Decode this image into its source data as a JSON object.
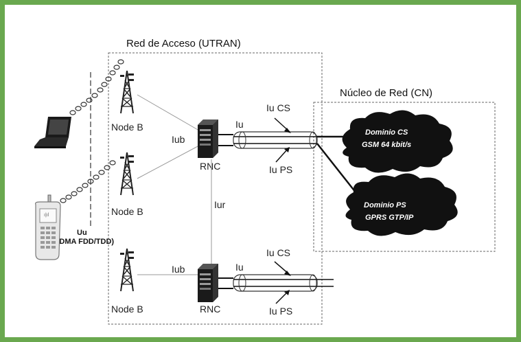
{
  "titles": {
    "access_network": "Red de Acceso (UTRAN)",
    "core_network": "Núcleo de Red (CN)"
  },
  "node_b": [
    "Node B",
    "Node B",
    "Node B"
  ],
  "rnc": [
    "RNC",
    "RNC"
  ],
  "interfaces": {
    "iub_top": "Iub",
    "iub_bottom": "Iub",
    "iur": "Iur",
    "iu_top": "Iu",
    "iu_bottom": "Iu",
    "iucs_top": "Iu CS",
    "iups_top": "Iu PS",
    "iucs_bottom": "Iu CS",
    "iups_bottom": "Iu PS"
  },
  "air_interface": {
    "name": "Uu",
    "description": "(W-CDMA FDD/TDD)"
  },
  "domains": {
    "cs": {
      "name": "Dominio CS",
      "detail": "GSM 64 kbit/s"
    },
    "ps": {
      "name": "Dominio PS",
      "detail": "GPRS GTP/IP"
    }
  },
  "colors": {
    "frame_border": "#6aa84f",
    "cloud": "#111111",
    "line": "#555555"
  }
}
